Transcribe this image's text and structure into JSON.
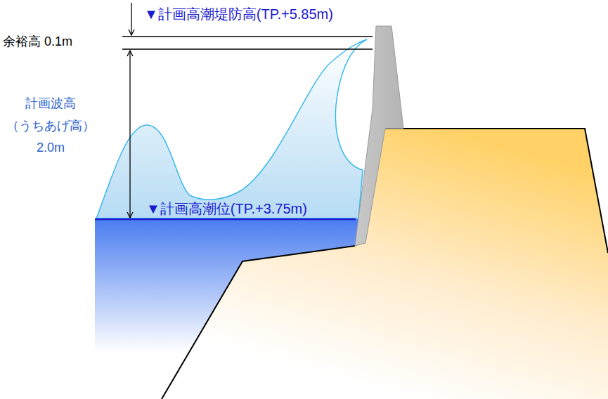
{
  "diagram": {
    "labels": [
      "▼計画高潮堤防高(TP.+5.85m)",
      "余裕高 0.1m",
      "計画波高 （うちあげ高） 2.0m",
      "▼計画高潮位(TP.+3.75m)"
    ]
  }
}
